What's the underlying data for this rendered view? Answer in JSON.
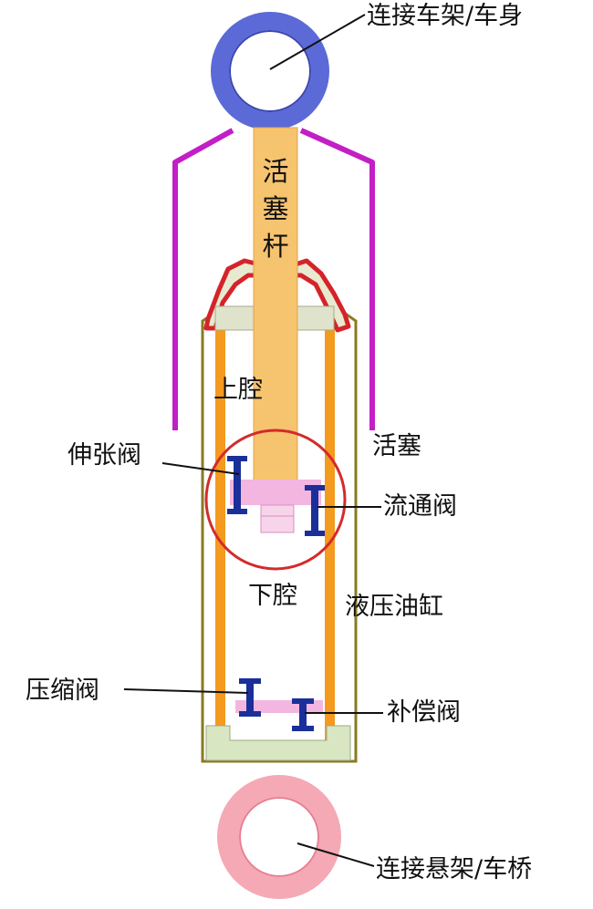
{
  "labels": {
    "frame_mount": "连接车架/车身",
    "piston_rod": "活塞杆",
    "upper_chamber": "上腔",
    "piston": "活塞",
    "rebound_valve": "伸张阀",
    "flow_valve": "流通阀",
    "lower_chamber": "下腔",
    "hydraulic_cylinder": "液压油缸",
    "compression_valve": "压缩阀",
    "compensation_valve": "补偿阀",
    "suspension_mount": "连接悬架/车桥"
  },
  "colors": {
    "top_ring": "#5b6ad6",
    "bottom_ring": "#f4a9b4",
    "dust_cover": "#c21fc6",
    "rod": "#f6c36f",
    "cylinder_wall": "#f39a1f",
    "outer_tube": "#8a7a22",
    "seal": "#d5232a",
    "valve": "#1b2f9a",
    "valve_plate": "#f2b6e0",
    "circle": "#d32b2b",
    "base": "#d8e6c2"
  }
}
